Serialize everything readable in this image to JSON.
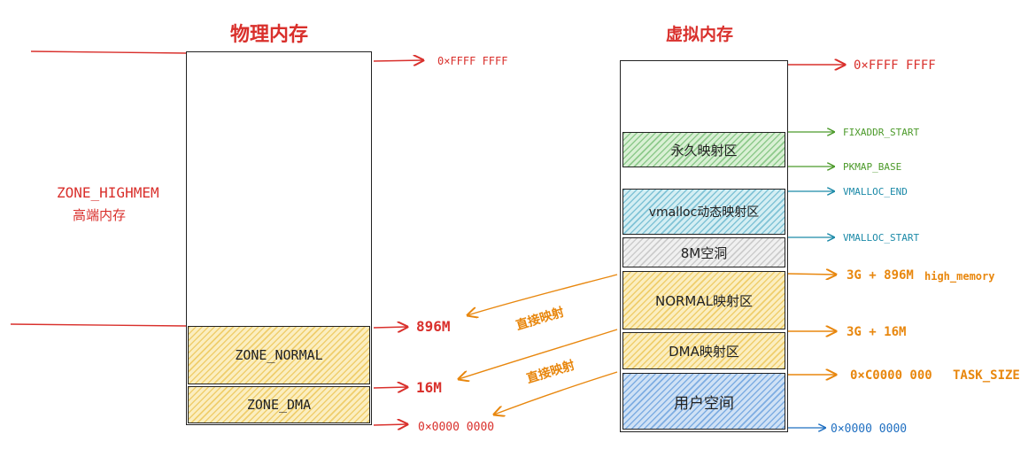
{
  "physical": {
    "title": "物理内存",
    "zone_highmem": "ZONE_HIGHMEM",
    "zone_highmem_sub": "高端内存",
    "zone_normal": "ZONE_NORMAL",
    "zone_dma": "ZONE_DMA",
    "addr_top": "0×FFFF FFFF",
    "addr_896m": "896M",
    "addr_16m": "16M",
    "addr_zero": "0×0000 0000"
  },
  "virtual": {
    "title": "虚拟内存",
    "region_permanent": "永久映射区",
    "region_vmalloc": "vmalloc动态映射区",
    "region_hole": "8M空洞",
    "region_normal": "NORMAL映射区",
    "region_dma": "DMA映射区",
    "region_user": "用户空间",
    "addr_top": "0×FFFF FFFF",
    "fixaddr_start": "FIXADDR_START",
    "pkmap_base": "PKMAP_BASE",
    "vmalloc_end": "VMALLOC_END",
    "vmalloc_start": "VMALLOC_START",
    "addr_3g_896m": "3G + 896M",
    "high_memory": "high_memory",
    "addr_3g_16m": "3G + 16M",
    "addr_task": "0×C0000 000",
    "task_size": "TASK_SIZE",
    "addr_zero": "0×0000 0000"
  },
  "mapping": {
    "direct_map_1": "直接映射",
    "direct_map_2": "直接映射"
  },
  "colors": {
    "red": "#d9302c",
    "orange": "#e8870e",
    "green": "#4c9a2a",
    "teal": "#1c8aa8",
    "blue": "#1f6fc1"
  }
}
